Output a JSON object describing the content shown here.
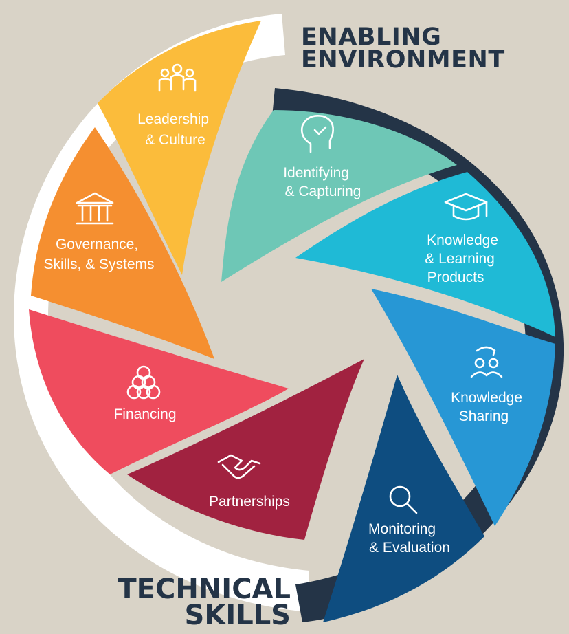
{
  "headings": {
    "enabling_environment": [
      "ENABLING",
      "ENVIRONMENT"
    ],
    "technical_skills": [
      "TECHNICAL",
      "SKILLS"
    ]
  },
  "segments": [
    {
      "id": "leadership",
      "lines": [
        "Leadership",
        "& Culture"
      ],
      "icon": "team-people-icon",
      "color": "#fbbc3b"
    },
    {
      "id": "governance",
      "lines": [
        "Governance,",
        "Skills, & Systems"
      ],
      "icon": "government-building-icon",
      "color": "#f58f30"
    },
    {
      "id": "financing",
      "lines": [
        "Financing"
      ],
      "icon": "coin-stack-icon",
      "color": "#ef4c5e"
    },
    {
      "id": "partnerships",
      "lines": [
        "Partnerships"
      ],
      "icon": "handshake-icon",
      "color": "#a12240"
    },
    {
      "id": "identifying",
      "lines": [
        "Identifying",
        "& Capturing"
      ],
      "icon": "head-checkmark-icon",
      "color": "#6ec7b6"
    },
    {
      "id": "knowledge-learning",
      "lines": [
        "Knowledge",
        "& Learning",
        "Products"
      ],
      "icon": "graduation-cap-icon",
      "color": "#1fbad6"
    },
    {
      "id": "knowledge-sharing",
      "lines": [
        "Knowledge",
        "Sharing"
      ],
      "icon": "people-sharing-icon",
      "color": "#2797d5"
    },
    {
      "id": "monitoring",
      "lines": [
        "Monitoring",
        "& Evaluation"
      ],
      "icon": "magnifying-glass-icon",
      "color": "#0e4d80"
    }
  ],
  "colors": {
    "background": "#d9d3c7",
    "outline_left": "#ffffff",
    "outline_right": "#243447",
    "heading_text": "#243447"
  }
}
